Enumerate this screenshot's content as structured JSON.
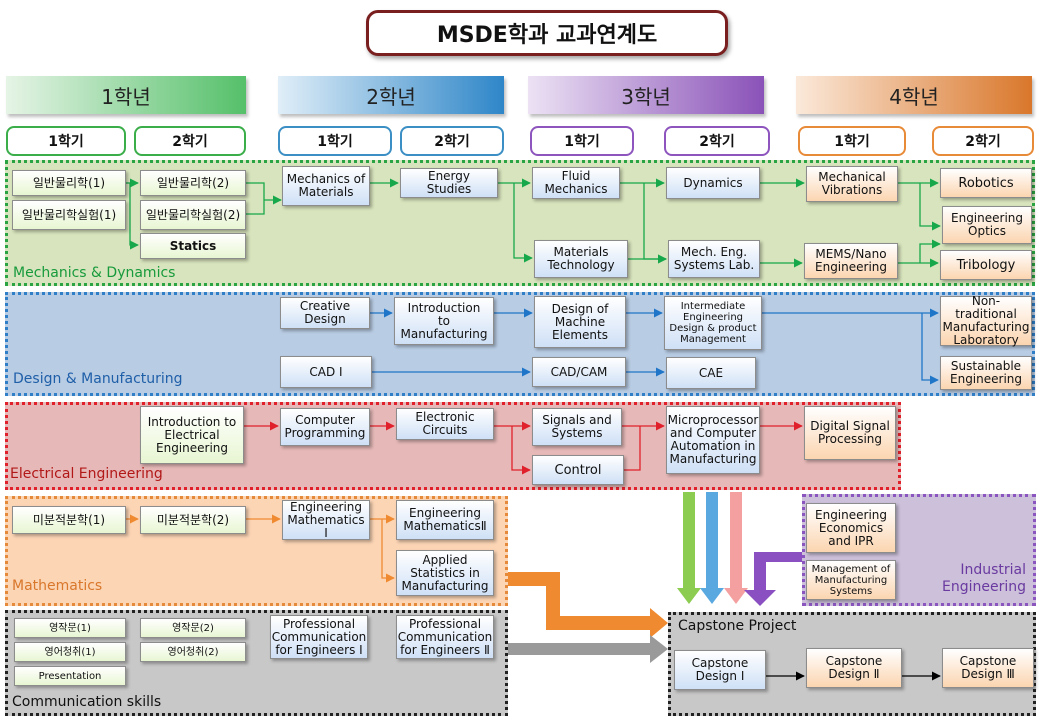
{
  "title": "MSDE학과 교과연계도",
  "years": [
    "1학년",
    "2학년",
    "3학년",
    "4학년"
  ],
  "semesters": [
    "1학기",
    "2학기",
    "1학기",
    "2학기",
    "1학기",
    "2학기",
    "1학기",
    "2학기"
  ],
  "bands": {
    "mechanics": "Mechanics & Dynamics",
    "design": "Design & Manufacturing",
    "electrical": "Electrical Engineering",
    "mathematics": "Mathematics",
    "communication": "Communication skills",
    "industrial": "Industrial\nEngineering",
    "capstone": "Capstone Project"
  },
  "courses": {
    "physics1": "일반물리학(1)",
    "physics_lab1": "일반물리학실험(1)",
    "physics2": "일반물리학(2)",
    "physics_lab2": "일반물리학실험(2)",
    "statics": "Statics",
    "mech_materials": "Mechanics of\nMaterials",
    "energy": "Energy Studies",
    "fluid": "Fluid\nMechanics",
    "materials_tech": "Materials\nTechnology",
    "dynamics": "Dynamics",
    "mech_lab": "Mech. Eng.\nSystems Lab.",
    "vibrations": "Mechanical\nVibrations",
    "mems": "MEMS/Nano\nEngineering",
    "robotics": "Robotics",
    "optics": "Engineering\nOptics",
    "tribology": "Tribology",
    "creative": "Creative\nDesign",
    "intro_mfg": "Introduction\nto\nManufacturing",
    "machine_elements": "Design of\nMachine\nElements",
    "intermediate": "Intermediate\nEngineering\nDesign & product\nManagement",
    "nontrad": "Non-traditional\nManufacturing\nLaboratory",
    "sustainable": "Sustainable\nEngineering",
    "cad1": "CAD Ⅰ",
    "cadcam": "CAD/CAM",
    "cae": "CAE",
    "intro_ee": "Introduction to\nElectrical\nEngineering",
    "programming": "Computer\nProgramming",
    "circuits": "Electronic\nCircuits",
    "signals": "Signals and\nSystems",
    "control": "Control",
    "microprocessor": "Microprocessor\nand  Computer\nAutomation in\nManufacturing",
    "dsp": "Digital Signal\nProcessing",
    "calc1": "미분적분학(1)",
    "calc2": "미분적분학(2)",
    "eng_math1": "Engineering\nMathematics Ⅰ",
    "eng_math2": "Engineering\nMathematicsⅡ",
    "applied_stats": "Applied\nStatistics in\nManufacturing",
    "eng_econ": "Engineering\nEconomics\nand IPR",
    "mgmt_mfg": "Management of\nManufacturing\nSystems",
    "english_comp1": "영작문(1)",
    "english_comp2": "영작문(2)",
    "english_listen1": "영어청취(1)",
    "english_listen2": "영어청취(2)",
    "presentation": "Presentation",
    "prof_comm1": "Professional\nCommunication\nfor Engineers Ⅰ",
    "prof_comm2": "Professional\nCommunication\nfor Engineers Ⅱ",
    "capstone1": "Capstone\nDesign  Ⅰ",
    "capstone2": "Capstone\nDesign Ⅱ",
    "capstone3": "Capstone\nDesign Ⅲ"
  },
  "colors": {
    "mechanics_line": "#16a84a",
    "design_line": "#1f76c8",
    "electrical_line": "#e0202a",
    "mathematics_line": "#f08a30",
    "industrial_line": "#8a4fc0",
    "communication_line": "#9a9a9a",
    "capstone_line": "#000000"
  }
}
